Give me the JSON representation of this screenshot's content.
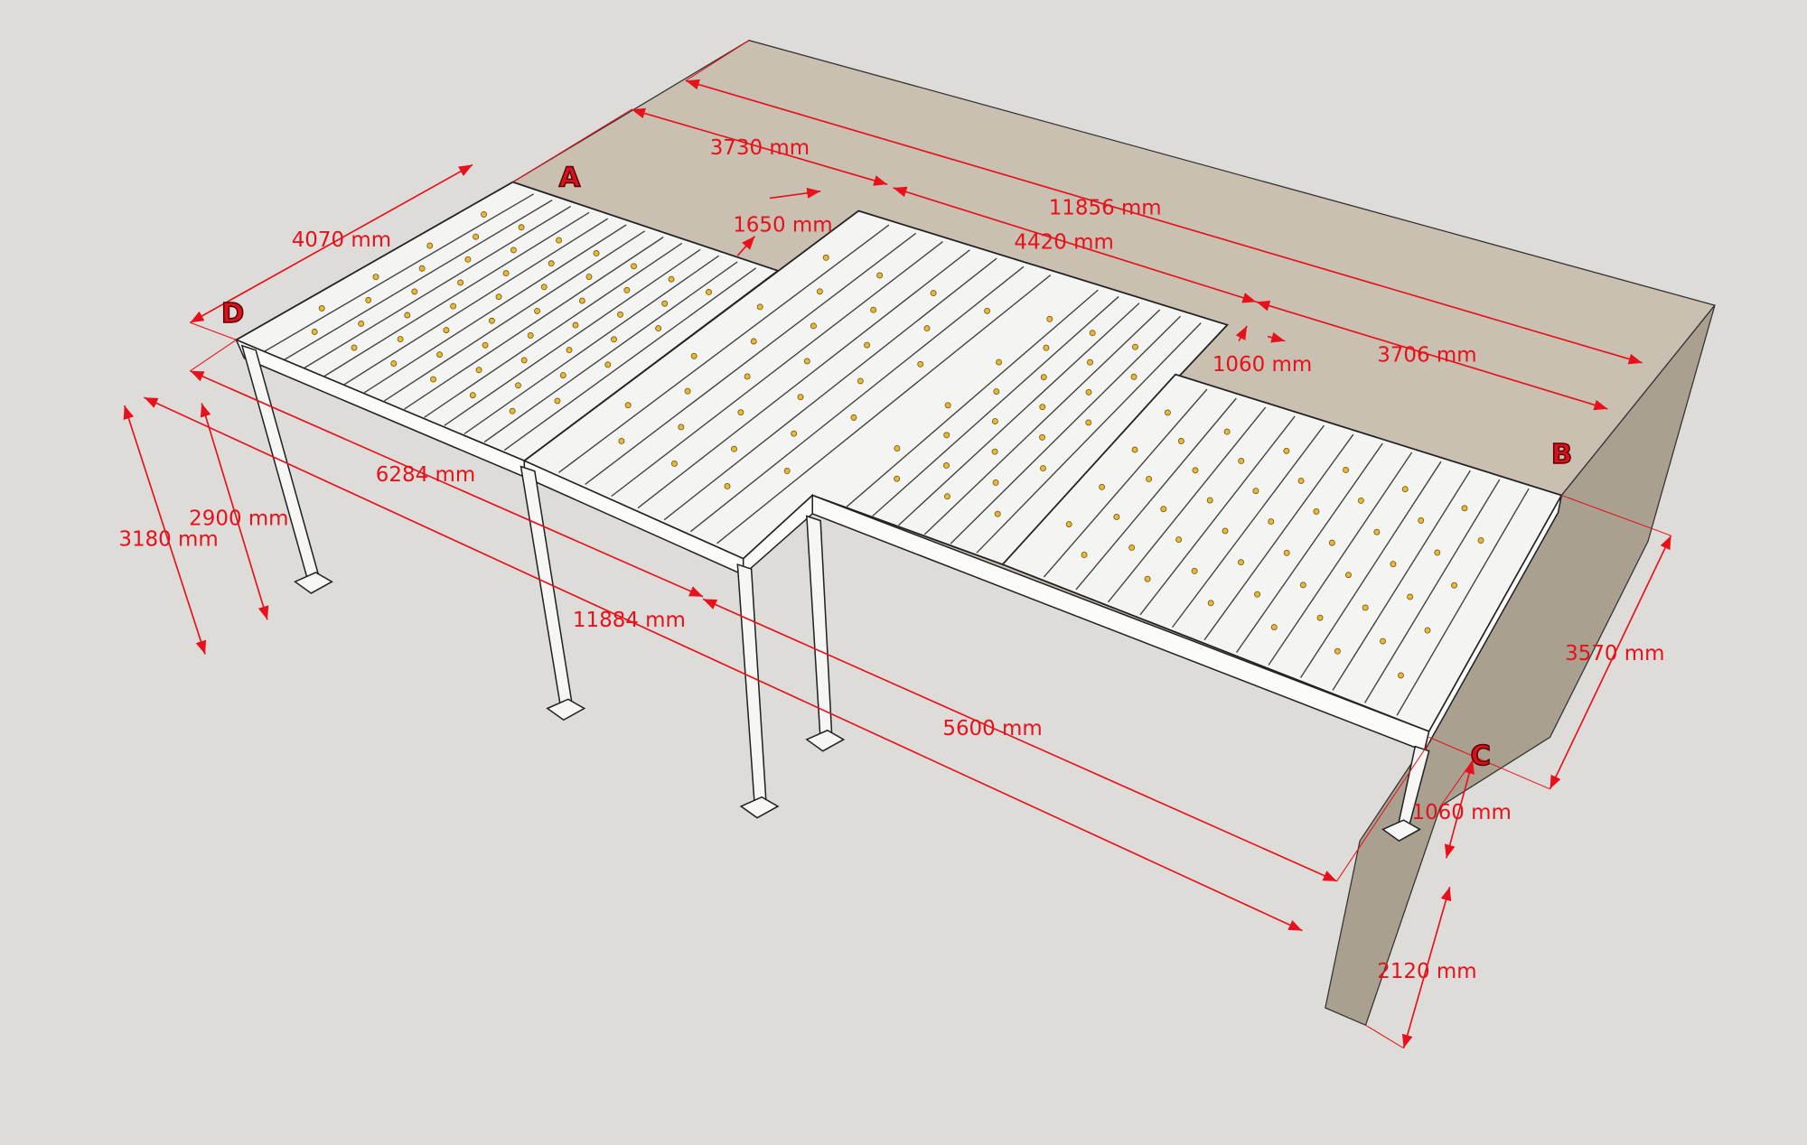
{
  "title": "Pergola layout with dimensions",
  "colors": {
    "dimension": "#e8101a",
    "terrace": "#c9c0b1",
    "wall": "#a9a090",
    "ground": "#dddcd8",
    "roof": "#f4f4f2",
    "light": "#e8b830"
  },
  "corners": {
    "a": "A",
    "b": "B",
    "c": "C",
    "d": "D"
  },
  "dimensions": {
    "d3730": "3730 mm",
    "d11856": "11856 mm",
    "d1650": "1650 mm",
    "d4420": "4420 mm",
    "d1060_top": "1060 mm",
    "d3706": "3706 mm",
    "d4070": "4070 mm",
    "d6284": "6284 mm",
    "d2900": "2900 mm",
    "d3180": "3180 mm",
    "d11884": "11884 mm",
    "d5600": "5600 mm",
    "d3570": "3570 mm",
    "d1060_bottom": "1060 mm",
    "d2120": "2120 mm"
  }
}
